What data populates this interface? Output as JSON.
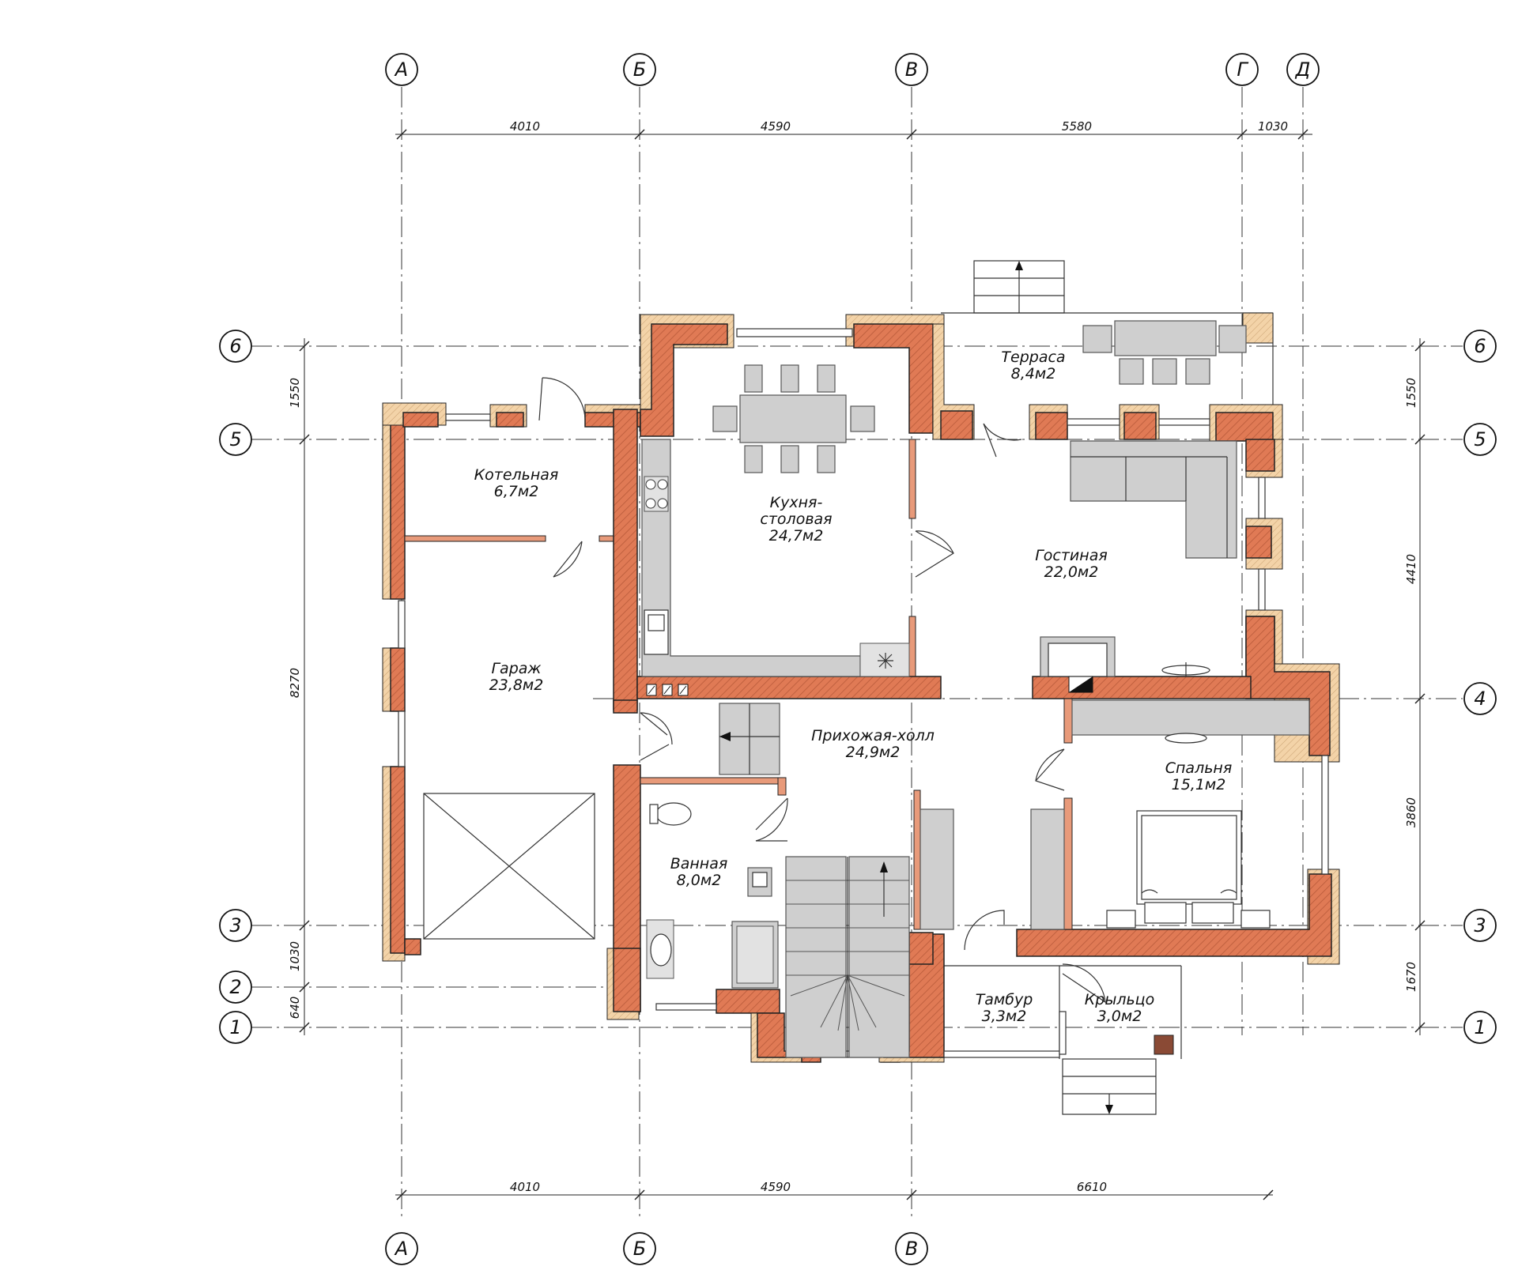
{
  "axes_top": [
    "А",
    "Б",
    "В",
    "Г",
    "Д"
  ],
  "axes_bottom": [
    "А",
    "Б",
    "В"
  ],
  "axes_left": [
    "6",
    "5",
    "3",
    "2",
    "1"
  ],
  "axes_right": [
    "6",
    "5",
    "4",
    "3",
    "1"
  ],
  "dims_top": [
    "4010",
    "4590",
    "5580",
    "1030"
  ],
  "dims_bottom": [
    "4010",
    "4590",
    "6610"
  ],
  "dims_left": [
    "1550",
    "8270",
    "1030",
    "640"
  ],
  "dims_right": [
    "1550",
    "4410",
    "3860",
    "1670"
  ],
  "rooms": [
    {
      "name": "Котельная",
      "area": "6,7м2"
    },
    {
      "name": "Кухня-",
      "name2": "столовая",
      "area": "24,7м2"
    },
    {
      "name": "Терраса",
      "area": "8,4м2"
    },
    {
      "name": "Гостиная",
      "area": "22,0м2"
    },
    {
      "name": "Гараж",
      "area": "23,8м2"
    },
    {
      "name": "Прихожая-холл",
      "area": "24,9м2"
    },
    {
      "name": "Спальня",
      "area": "15,1м2"
    },
    {
      "name": "Ванная",
      "area": "8,0м2"
    },
    {
      "name": "Тамбур",
      "area": "3,3м2"
    },
    {
      "name": "Крыльцо",
      "area": "3,0м2"
    }
  ],
  "colors": {
    "wall": "#e07a55",
    "hatch": "#b85a3a",
    "insulation": "#f3d3a8",
    "furniture": "#cfcfcf"
  }
}
